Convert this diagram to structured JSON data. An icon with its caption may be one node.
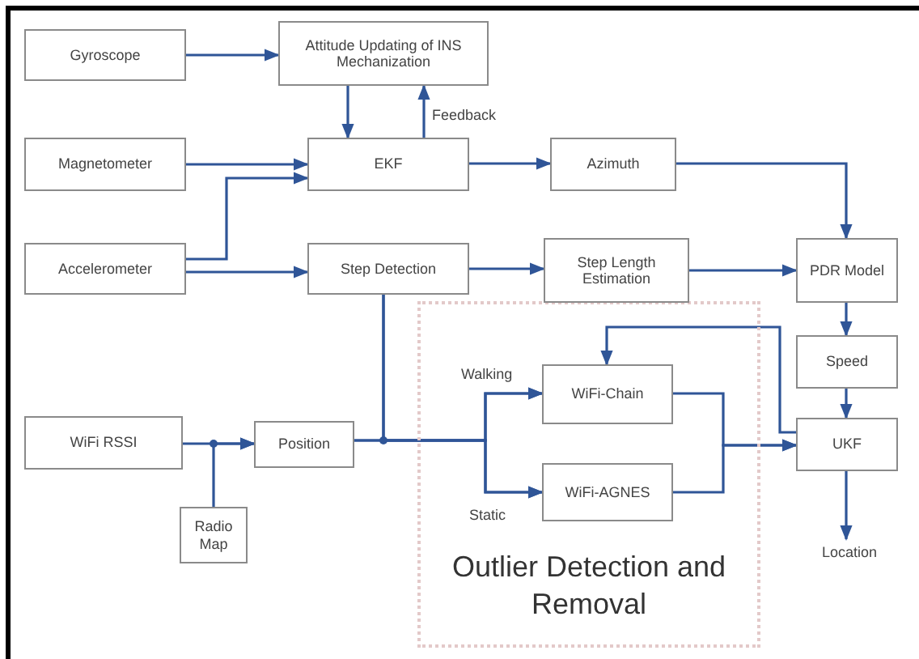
{
  "diagram": {
    "nodes": [
      {
        "text": [
          "Gyroscope"
        ]
      },
      {
        "text": [
          "Attitude Updating of INS Mechanization"
        ]
      },
      {
        "text": [
          "Magnetometer"
        ]
      },
      {
        "text": [
          "EKF"
        ]
      },
      {
        "text": [
          "Azimuth"
        ]
      },
      {
        "text": [
          "Accelerometer"
        ]
      },
      {
        "text": [
          "Step Detection"
        ]
      },
      {
        "text": [
          "Step Length Estimation"
        ]
      },
      {
        "text": [
          "PDR Model"
        ]
      },
      {
        "text": [
          "Outlier Detection and Removal"
        ]
      },
      {
        "text": [
          "WiFi-Chain"
        ],
        "in": 9
      },
      {
        "text": [
          "Speed"
        ]
      },
      {
        "text": [
          "WiFi RSSI"
        ]
      },
      {
        "text": [
          "Position"
        ]
      },
      {
        "text": [
          "UKF"
        ]
      },
      {
        "text": [
          "WiFi-AGNES"
        ],
        "in": 9
      },
      {
        "text": [
          "Radio Map"
        ]
      },
      {
        "text": [
          "Location"
        ]
      }
    ],
    "edges": [
      {
        "from": 0,
        "to": 1,
        "arrow": "to"
      },
      {
        "from": 1,
        "to": 3,
        "arrow": "to"
      },
      {
        "from": 3,
        "to": 1,
        "arrow": "to",
        "label": "Feedback"
      },
      {
        "from": 2,
        "to": 3,
        "arrow": "to"
      },
      {
        "from": 5,
        "to": 3,
        "arrow": "to"
      },
      {
        "from": 5,
        "to": 6,
        "arrow": "to"
      },
      {
        "from": 3,
        "to": 4,
        "arrow": "to"
      },
      {
        "from": 4,
        "to": 8,
        "arrow": "to"
      },
      {
        "from": 6,
        "to": 7,
        "arrow": "to"
      },
      {
        "from": 7,
        "to": 8,
        "arrow": "to"
      },
      {
        "from": 8,
        "to": 11,
        "arrow": "to"
      },
      {
        "from": 11,
        "to": 14,
        "arrow": "to"
      },
      {
        "from": 12,
        "to": 13,
        "arrow": "to"
      },
      {
        "from": 16,
        "to": 13,
        "arrow": "to"
      },
      {
        "from": 6,
        "to": 10,
        "arrow": "to"
      },
      {
        "from": 6,
        "to": 15,
        "arrow": "to"
      },
      {
        "from": 13,
        "to": 10,
        "arrow": "to",
        "label": "Walking"
      },
      {
        "from": 13,
        "to": 15,
        "arrow": "to",
        "label": "Static"
      },
      {
        "from": 10,
        "to": 14,
        "arrow": "to"
      },
      {
        "from": 15,
        "to": 14,
        "arrow": "to"
      },
      {
        "from": 14,
        "to": 10,
        "arrow": "to"
      },
      {
        "from": 14,
        "to": 17,
        "arrow": "to"
      }
    ]
  }
}
